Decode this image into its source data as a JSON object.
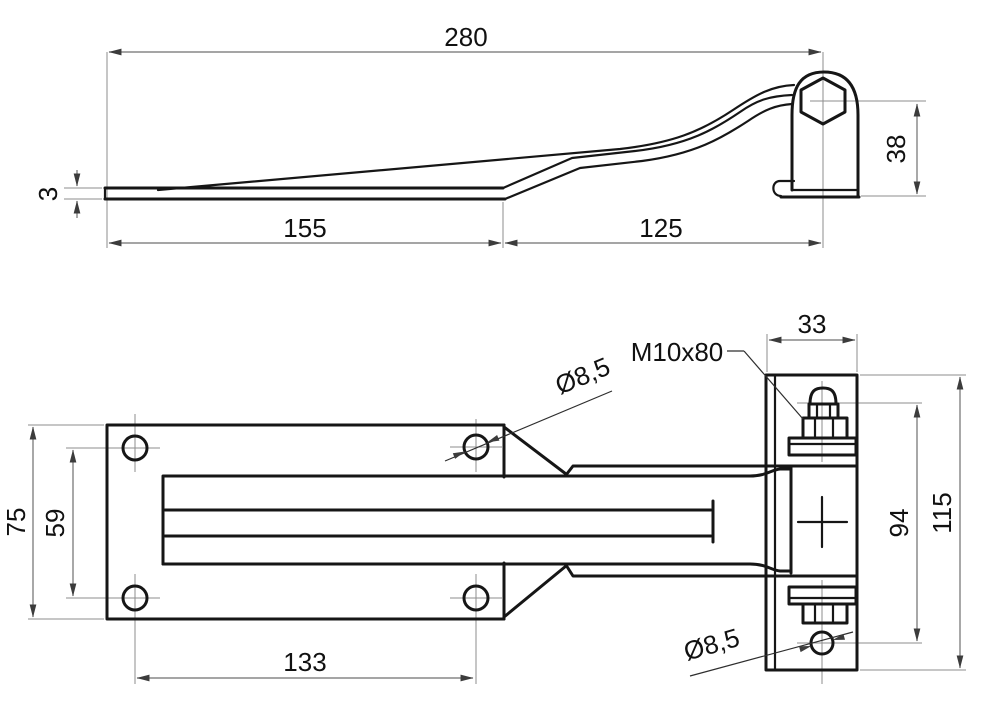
{
  "side": {
    "d280": "280",
    "d155": "155",
    "d125": "125",
    "d3": "3",
    "d38": "38"
  },
  "plan": {
    "d75": "75",
    "d59": "59",
    "d133": "133",
    "d33": "33",
    "d94": "94",
    "d115": "115",
    "bolt_label": "M10x80",
    "hole_dia_top": "Ø8,5",
    "hole_dia_bottom": "Ø8,5"
  },
  "meta": {
    "background": "#ffffff",
    "outline_color": "#161616",
    "dimension_color": "#6f6f6f",
    "centerline_color": "#8e8e8e"
  }
}
